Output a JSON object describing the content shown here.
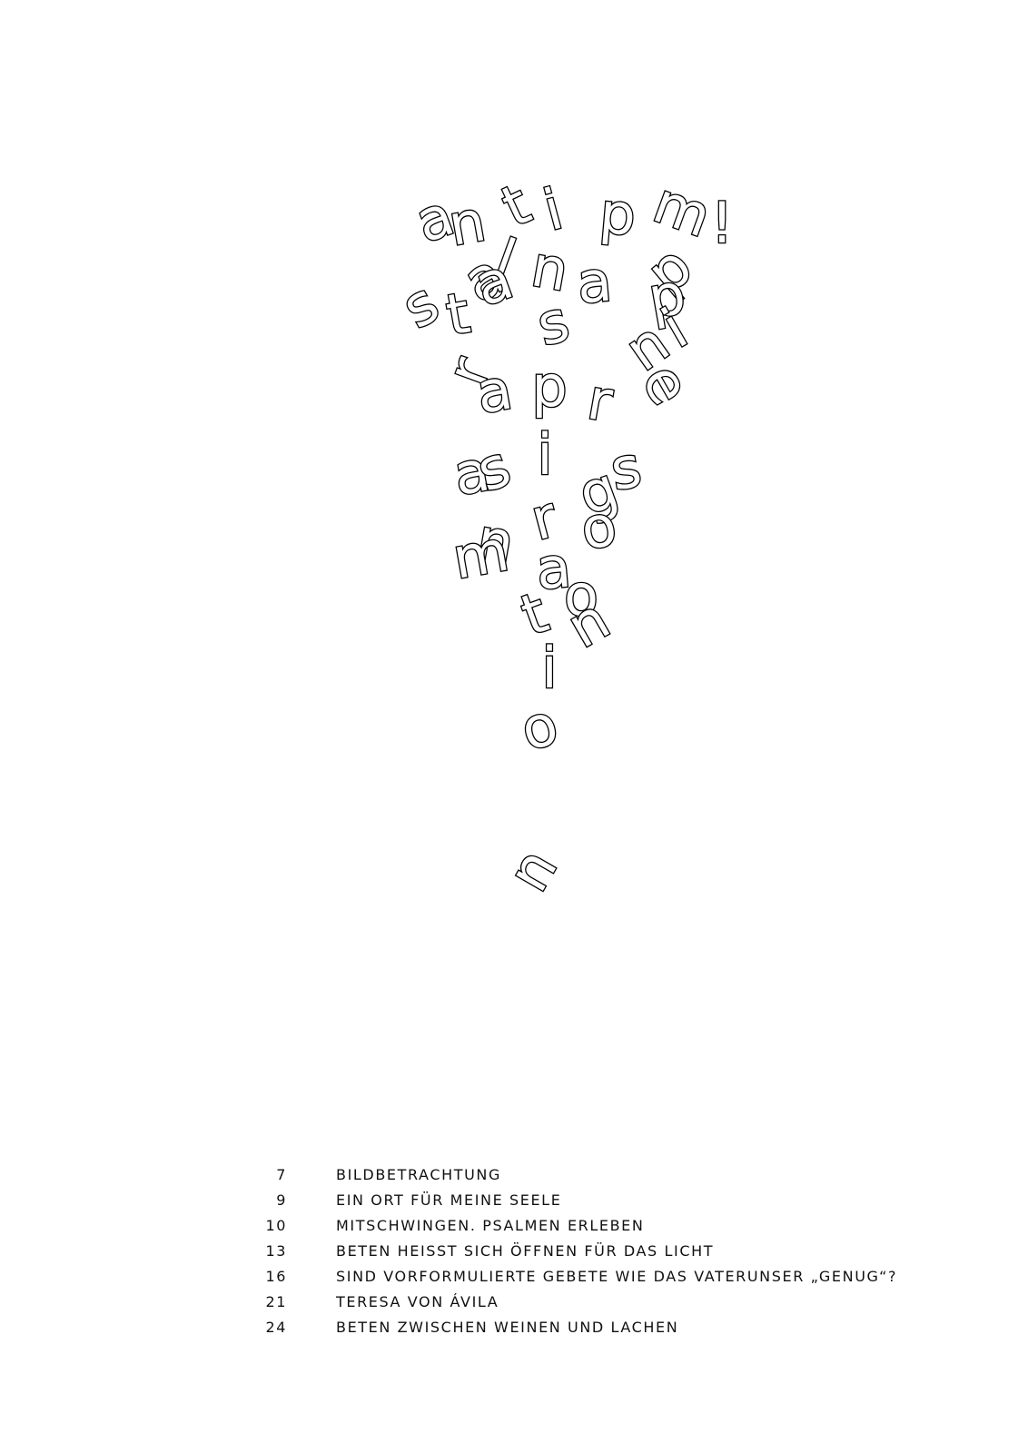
{
  "artwork": {
    "description_letters": [
      "a",
      "n",
      "t",
      "i",
      "p",
      "m",
      "!",
      "l",
      "a",
      "n",
      "a",
      "p",
      "s",
      "t",
      "a",
      "s",
      "p",
      "i",
      "r",
      "a",
      "p",
      "r",
      "n",
      "e",
      "a",
      "s",
      "i",
      "s",
      "n",
      "r",
      "g",
      "o",
      "m",
      "a",
      "o",
      "n",
      "t",
      "i",
      "o",
      "n"
    ]
  },
  "toc": {
    "entries": [
      {
        "page": "7",
        "title": "BILDBETRACHTUNG"
      },
      {
        "page": "9",
        "title": "EIN ORT FÜR MEINE SEELE"
      },
      {
        "page": "10",
        "title": "MITSCHWINGEN. PSALMEN ERLEBEN"
      },
      {
        "page": "13",
        "title": "BETEN HEISST SICH ÖFFNEN FÜR DAS LICHT"
      },
      {
        "page": "16",
        "title": "SIND VORFORMULIERTE GEBETE WIE DAS VATERUNSER „GENUG“?"
      },
      {
        "page": "21",
        "title": "TERESA VON ÁVILA"
      },
      {
        "page": "24",
        "title": "BETEN ZWISCHEN WEINEN UND LACHEN"
      }
    ]
  }
}
